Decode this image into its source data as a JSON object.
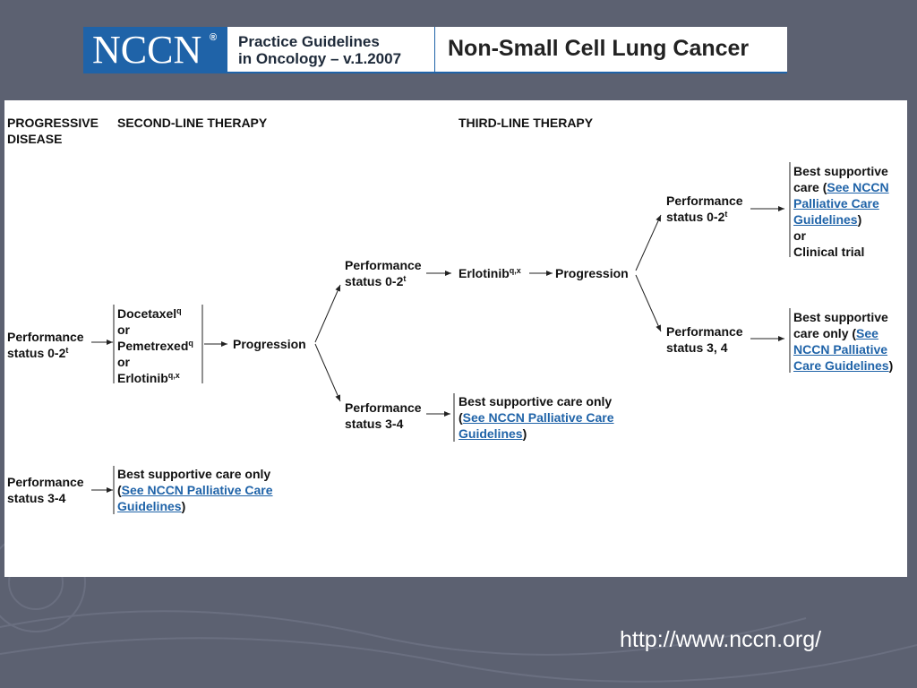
{
  "banner": {
    "logo": "NCCN",
    "logo_reg": "®",
    "pg_line1": "Practice Guidelines",
    "pg_line2": "in Oncology – v.1.2007",
    "title": "Non-Small Cell Lung Cancer"
  },
  "headers": {
    "progressive_1": "PROGRESSIVE",
    "progressive_2": "DISEASE",
    "second_line": "SECOND-LINE THERAPY",
    "third_line": "THIRD-LINE THERAPY"
  },
  "nodes": {
    "ps02_a": "Performance",
    "ps02_b": "status 0-2",
    "ps02_sup": "t",
    "ps34_a": "Performance",
    "ps34_b": "status 3-4",
    "docetaxel": "Docetaxel",
    "docetaxel_sup": "q",
    "or1": "or",
    "pemetrexed": "Pemetrexed",
    "pemetrexed_sup": "q",
    "or2": "or",
    "erlotinib": "Erlotinib",
    "erlotinib_sup": "q,x",
    "progression1": "Progression",
    "third_ps02_a": "Performance",
    "third_ps02_b": "status 0-2",
    "third_ps02_sup": "t",
    "third_erlotinib": "Erlotinib",
    "third_erlotinib_sup": "q,x",
    "progression2": "Progression",
    "third_ps34_a": "Performance",
    "third_ps34_b": "status 3-4",
    "fourth_ps02_a": "Performance",
    "fourth_ps02_b": "status 0-2",
    "fourth_ps02_sup": "t",
    "fourth_ps34_a": "Performance",
    "fourth_ps34_b": "status 3, 4"
  },
  "outcomes": {
    "bsc_top_1": "Best supportive",
    "bsc_top_2a": "care (",
    "bsc_top_2b": "See NCCN",
    "bsc_top_3": "Palliative Care",
    "bsc_top_4a": "Guidelines",
    "bsc_top_4b": ")",
    "bsc_top_5": "or",
    "bsc_top_6": "Clinical trial",
    "bsc_right_1": "Best supportive",
    "bsc_right_2a": "care only (",
    "bsc_right_2b": "See",
    "bsc_right_3": "NCCN Palliative",
    "bsc_right_4a": "Care Guidelines",
    "bsc_right_4b": ")",
    "bsc_mid_1": "Best supportive care only",
    "bsc_mid_2a": "(",
    "bsc_mid_2b": "See NCCN Palliative Care",
    "bsc_mid_3a": "Guidelines",
    "bsc_mid_3b": ")",
    "bsc_bot_1": "Best supportive care only",
    "bsc_bot_2a": "(",
    "bsc_bot_2b": "See NCCN Palliative Care",
    "bsc_bot_3a": "Guidelines",
    "bsc_bot_3b": ")"
  },
  "url": "http://www.nccn.org/",
  "colors": {
    "background": "#5c6171",
    "brand_blue": "#1f63a8",
    "link": "#1f63a8"
  }
}
